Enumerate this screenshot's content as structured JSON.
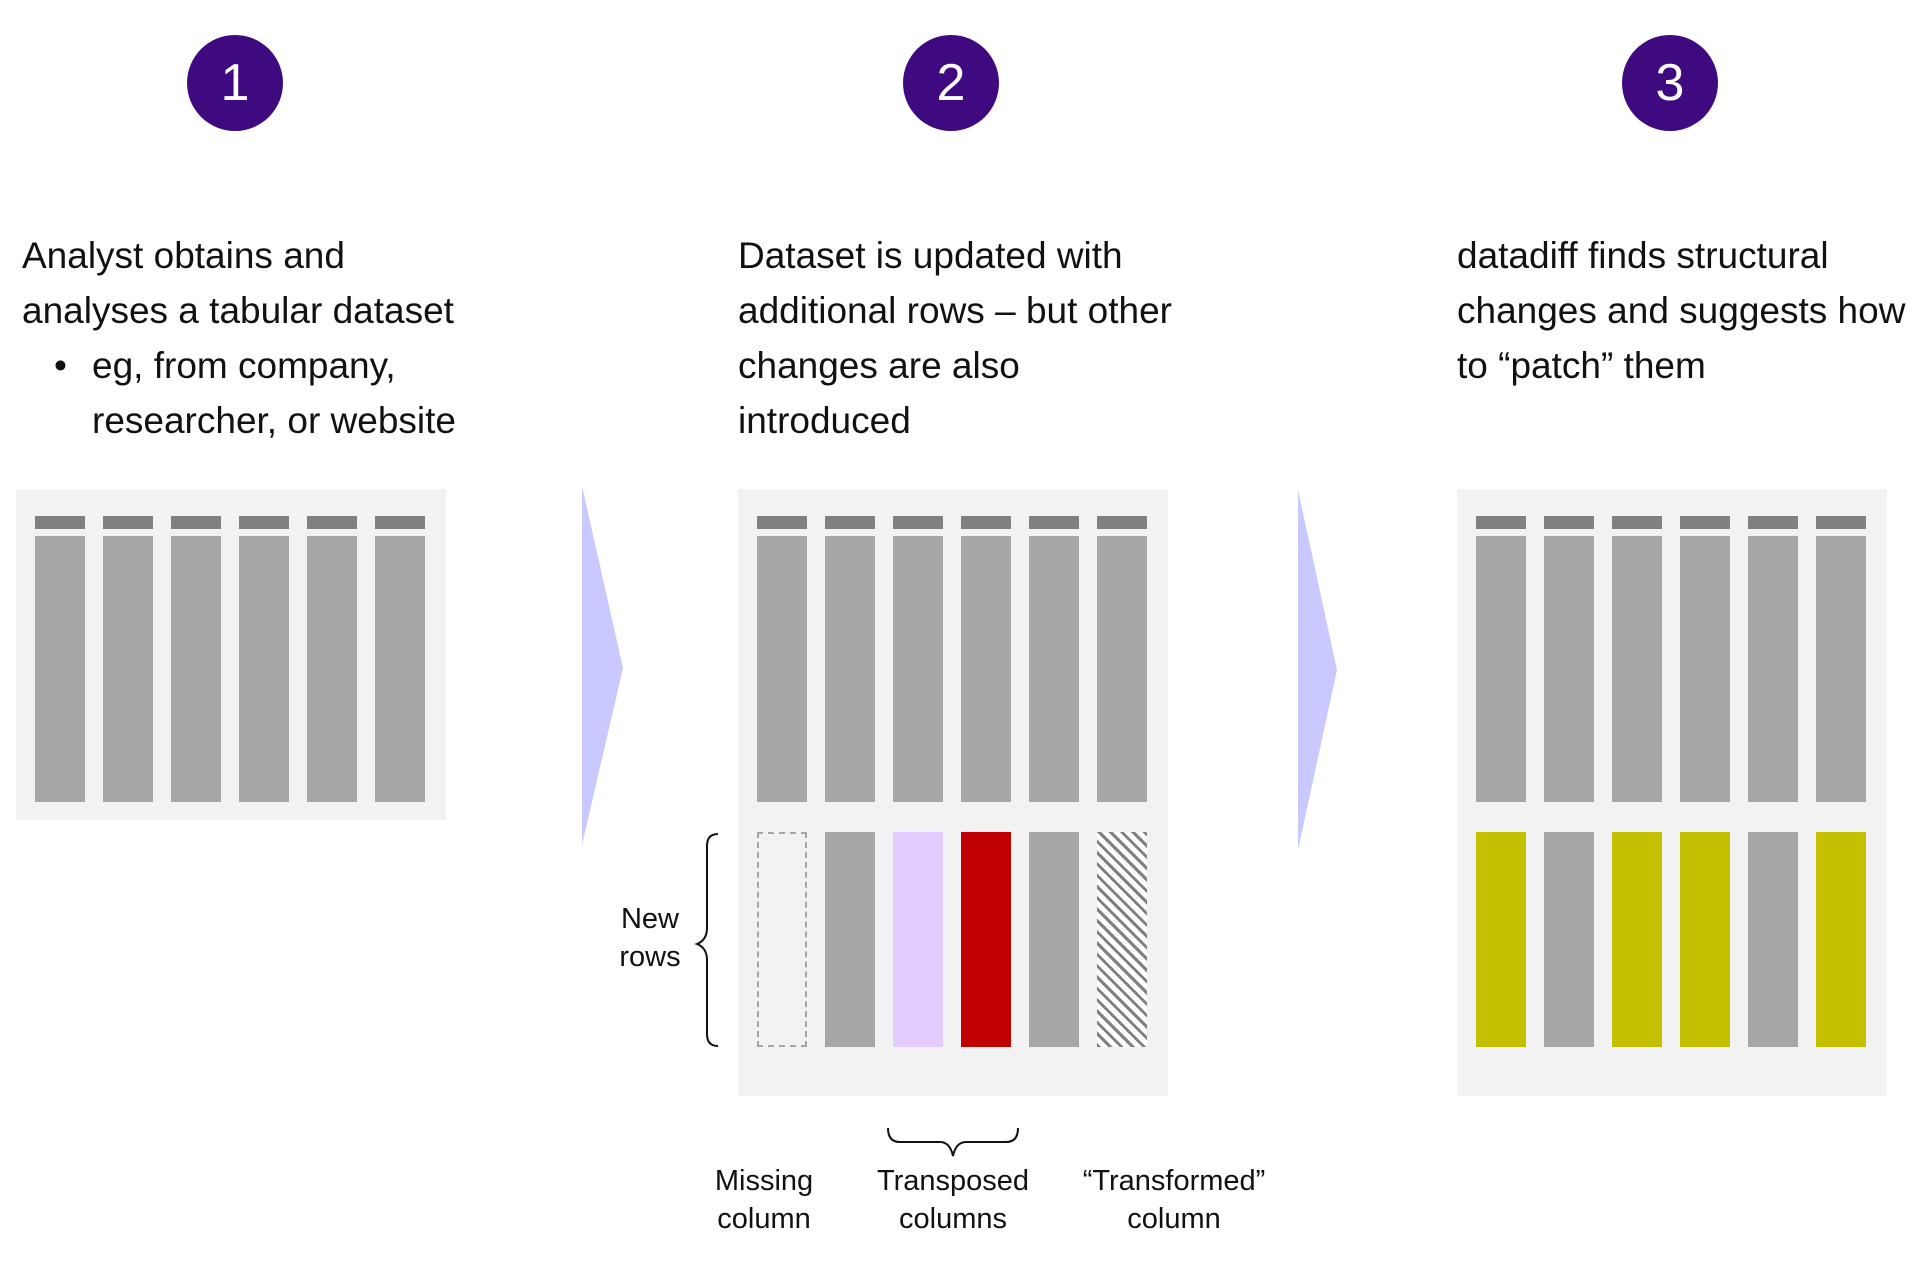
{
  "steps": [
    {
      "number": "1",
      "text_lines": [
        "Analyst obtains and",
        "analyses a tabular dataset"
      ],
      "bullet": "•",
      "bullet_lines": [
        "eg, from company,",
        "researcher, or website"
      ]
    },
    {
      "number": "2",
      "text_lines": [
        "Dataset is updated with",
        "additional rows – but other",
        "changes are also",
        "introduced"
      ]
    },
    {
      "number": "3",
      "text_lines": [
        "datadiff finds structural",
        "changes and suggests how",
        "to “patch” them"
      ]
    }
  ],
  "annotations": {
    "new_rows": [
      "New",
      "rows"
    ],
    "missing_column": [
      "Missing",
      "column"
    ],
    "transposed_columns": [
      "Transposed",
      "columns"
    ],
    "transformed_column": [
      "“Transformed”",
      "column"
    ]
  },
  "colors": {
    "circle": "#3f0a7f",
    "panel": "#f2f2f2",
    "column": "#a6a6a6",
    "header": "#808080",
    "arrow": "#c9c9ff",
    "transposed_a": "#e3ccff",
    "transposed_b": "#c00000",
    "patched": "#c2c000"
  }
}
